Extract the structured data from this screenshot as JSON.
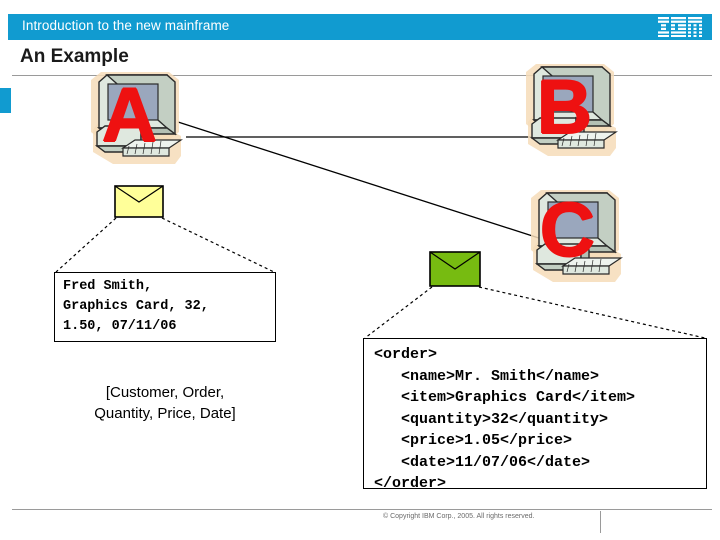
{
  "header": {
    "title": "Introduction to the new mainframe",
    "logo": "ibm-logo",
    "bar_color": "#119bd0"
  },
  "slide": {
    "page_title": "An Example"
  },
  "nodes": [
    {
      "id": "pc-a",
      "label": "A",
      "icon": "desktop-computer-icon",
      "letter_color": "#ee1111"
    },
    {
      "id": "pc-b",
      "label": "B",
      "icon": "desktop-computer-icon",
      "letter_color": "#ee1111"
    },
    {
      "id": "pc-c",
      "label": "C",
      "icon": "desktop-computer-icon",
      "letter_color": "#ee1111"
    }
  ],
  "envelopes": [
    {
      "id": "env-yellow",
      "icon": "envelope-icon",
      "color": "#ffff99"
    },
    {
      "id": "env-green",
      "icon": "envelope-icon",
      "color": "#77bb11"
    }
  ],
  "plain_record": {
    "line1": "Fred Smith,",
    "line2": "Graphics Card, 32,",
    "line3": "1.50, 07/11/06"
  },
  "plain_caption": {
    "line1": "[Customer, Order,",
    "line2": "Quantity, Price, Date]"
  },
  "xml_record": {
    "line1": "<order>",
    "line2": "   <name>Mr. Smith</name>",
    "line3": "   <item>Graphics Card</item>",
    "line4": "   <quantity>32</quantity>",
    "line5": "   <price>1.05</price>",
    "line6": "   <date>11/07/06</date>",
    "line7": "</order>"
  },
  "footer": {
    "copyright": "© Copyright IBM Corp., 2005. All rights reserved."
  }
}
